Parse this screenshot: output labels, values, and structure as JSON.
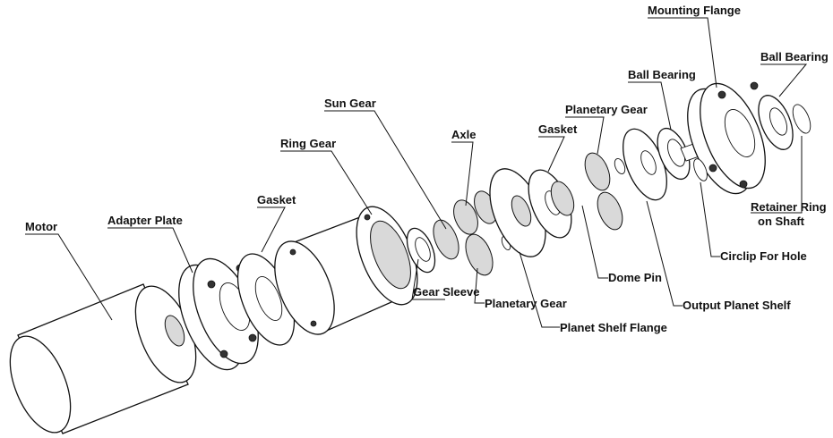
{
  "diagram": {
    "labels": {
      "motor": "Motor",
      "adapter_plate": "Adapter Plate",
      "gasket_1": "Gasket",
      "ring_gear": "Ring Gear",
      "sun_gear": "Sun Gear",
      "gear_sleeve": "Gear Sleeve",
      "axle": "Axle",
      "planetary_gear_1": "Planetary Gear",
      "gasket_2": "Gasket",
      "planetary_gear_2": "Planetary Gear",
      "planet_shelf_flange": "Planet Shelf Flange",
      "dome_pin": "Dome Pin",
      "ball_bearing_1": "Ball Bearing",
      "mounting_flange": "Mounting Flange",
      "ball_bearing_2": "Ball Bearing",
      "output_planet_shelf": "Output Planet Shelf",
      "circlip_for_hole": "Circlip For Hole",
      "retainer_ring_line1": "Retainer Ring",
      "retainer_ring_line2": "on Shaft"
    }
  }
}
